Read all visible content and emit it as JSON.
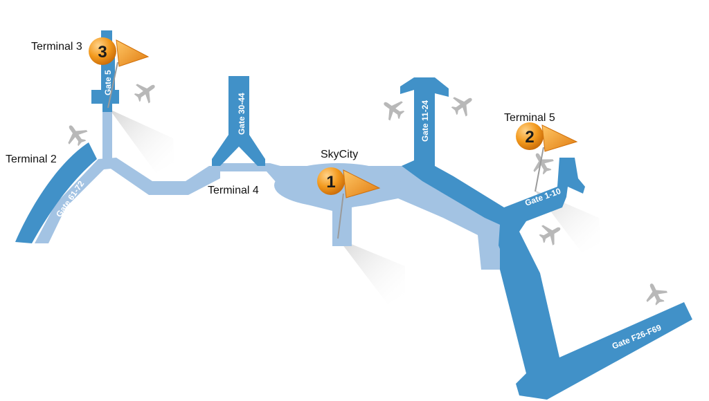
{
  "labels": {
    "terminal_2": "Terminal 2",
    "terminal_3": "Terminal 3",
    "terminal_4": "Terminal 4",
    "terminal_5": "Terminal 5",
    "skycity": "SkyCity"
  },
  "gates": {
    "gate_61_72": "Gate 61-72",
    "gate_5": "Gate 5",
    "gate_30_44": "Gate 30-44",
    "gate_11_24": "Gate 11-24",
    "gate_1_10": "Gate 1-10",
    "gate_f26_f69": "Gate F26-F69"
  },
  "markers": [
    {
      "number": "1",
      "icon": "orange-flag-icon"
    },
    {
      "number": "2",
      "icon": "orange-flag-icon"
    },
    {
      "number": "3",
      "icon": "orange-flag-icon"
    }
  ],
  "colors": {
    "terminal_dark": "#4191c8",
    "terminal_light": "#a3c3e3",
    "marker_orange": "#f39a1e",
    "plane_gray": "#b8b8b8"
  }
}
